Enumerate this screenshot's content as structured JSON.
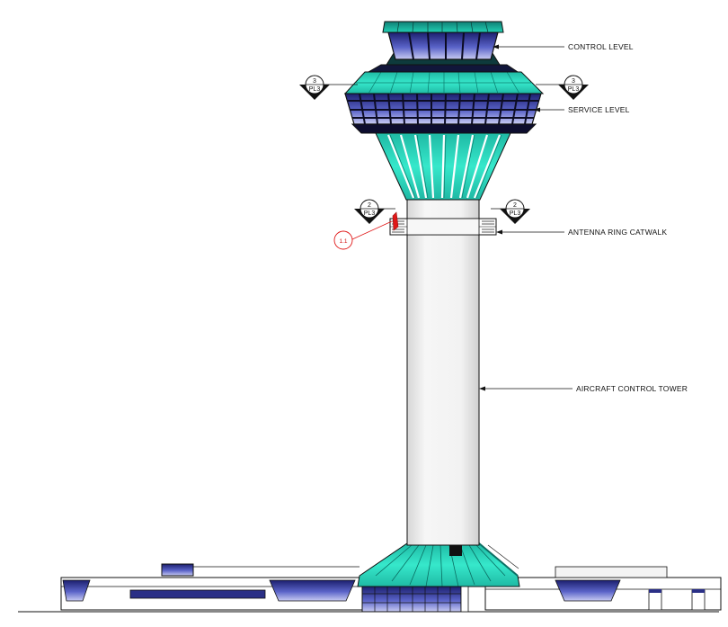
{
  "labels": {
    "control_level": "CONTROL LEVEL",
    "service_level": "SERVICE LEVEL",
    "antenna_ring_catwalk": "ANTENNA RING CATWALK",
    "aircraft_control_tower": "AIRCRAFT CONTROL TOWER"
  },
  "section_markers": {
    "upper_left": {
      "number": "3",
      "sheet": "PL3"
    },
    "upper_right": {
      "number": "3",
      "sheet": "PL3"
    },
    "lower_left": {
      "number": "2",
      "sheet": "PL3"
    },
    "lower_right": {
      "number": "2",
      "sheet": "PL3"
    }
  },
  "detail_callout": {
    "text": "1.1"
  },
  "colors": {
    "glass_teal": "#2ee6c8",
    "glass_teal_dark": "#0f9c8a",
    "window_navy": "#2a2f86",
    "window_blue": "#7e86d8",
    "shaft": "#ececec",
    "outline": "#111111",
    "callout_red": "#e01818"
  }
}
